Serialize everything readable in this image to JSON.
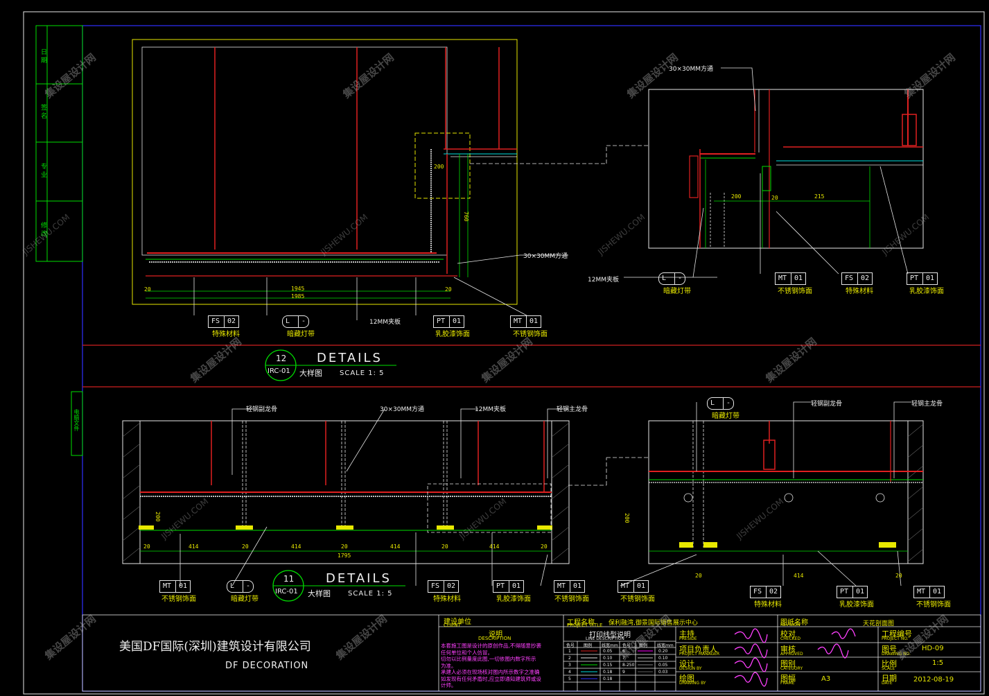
{
  "sidebar": {
    "labels": [
      "日 期",
      "签 名",
      "专 业",
      "修 改"
    ],
    "file_label": "电脑文件"
  },
  "detail_top": {
    "number": "12",
    "ref": "IRC-01",
    "title": "DETAILS",
    "subtitle": "大样图",
    "scale": "SCALE  1: 5",
    "dims": [
      "1945",
      "1985",
      "20",
      "20",
      "200",
      "760"
    ],
    "callouts": {
      "angle": "30×30MM方通",
      "plywood": "12MM夹板"
    },
    "tags": [
      {
        "code": "FS",
        "num": "02",
        "desc": "特殊材料"
      },
      {
        "code": "L",
        "num": "-",
        "desc": "暗藏灯带"
      },
      {
        "code": "PT",
        "num": "01",
        "desc": "乳胶漆饰面"
      },
      {
        "code": "MT",
        "num": "01",
        "desc": "不锈钢饰面"
      }
    ]
  },
  "detail_top_right": {
    "callout": "30×30MM方通",
    "plywood": "12MM夹板",
    "dims": [
      "200",
      "20",
      "215"
    ],
    "tags": [
      {
        "code": "L",
        "num": "-",
        "desc": "暗藏灯带"
      },
      {
        "code": "MT",
        "num": "01",
        "desc": "不锈钢饰面"
      },
      {
        "code": "FS",
        "num": "02",
        "desc": "特殊材料"
      },
      {
        "code": "PT",
        "num": "01",
        "desc": "乳胶漆饰面"
      }
    ]
  },
  "detail_bottom": {
    "number": "11",
    "ref": "IRC-01",
    "title": "DETAILS",
    "subtitle": "大样图",
    "scale": "SCALE  1: 5",
    "dims": [
      "200",
      "20",
      "414",
      "20",
      "414",
      "20",
      "414",
      "20",
      "414",
      "20",
      "1795"
    ],
    "callouts": {
      "keel": "轻钢副龙骨",
      "angle": "30×30MM方通",
      "plywood": "12MM夹板",
      "main": "轻钢主龙骨"
    },
    "tags": [
      {
        "code": "MT",
        "num": "01",
        "desc": "不锈钢饰面"
      },
      {
        "code": "L",
        "num": "-",
        "desc": "暗藏灯带"
      },
      {
        "code": "FS",
        "num": "02",
        "desc": "特殊材料"
      },
      {
        "code": "PT",
        "num": "01",
        "desc": "乳胶漆饰面"
      },
      {
        "code": "MT",
        "num": "01",
        "desc": "不锈钢饰面"
      }
    ]
  },
  "detail_bottom_right": {
    "keel": "轻钢副龙骨",
    "main": "轻钢主龙骨",
    "dims": [
      "200",
      "20",
      "414",
      "20"
    ],
    "tags": [
      {
        "code": "L",
        "num": "-",
        "desc": "暗藏灯带"
      },
      {
        "code": "MT",
        "num": "01",
        "desc": "不锈钢饰面"
      },
      {
        "code": "FS",
        "num": "02",
        "desc": "特殊材料"
      },
      {
        "code": "PT",
        "num": "01",
        "desc": "乳胶漆饰面"
      },
      {
        "code": "MT",
        "num": "01",
        "desc": "不锈钢饰面"
      }
    ]
  },
  "title_block": {
    "company_cn": "美国DF国际(深圳)建筑设计有限公司",
    "company_en": "DF    DECORATION",
    "client_label": "建设单位",
    "client_en": "CLIENT",
    "desc_label": "说明",
    "desc_en": "DESCRIPTION",
    "desc_lines": [
      "本套施工图是设计的原创作品,不得随意抄袭",
      "任何单位和个人仿冒。",
      "切勿以比例量度此图,一切依图内数字所示",
      "为准。",
      "承建人必须在现场核对图内所示数字之准确",
      "如发现有任何矛盾时,应立即通知建筑师或设",
      "计师。"
    ],
    "project_label": "工程名称",
    "project_en": "PROJECT TITLE",
    "project_name": "保利融湾,御景国际销售展示中心",
    "line_label": "打印线型说明",
    "line_en": "LINE DESCRIPTION",
    "line_headers": [
      "色号",
      "图例",
      "线宽mm",
      "色号",
      "图例",
      "线宽mm"
    ],
    "line_rows": [
      [
        "1",
        "0.05",
        "6",
        "0.20"
      ],
      [
        "2",
        "0.10",
        "7",
        "0.10"
      ],
      [
        "3",
        "0.15",
        "8-250",
        "0.05"
      ],
      [
        "4",
        "0.18",
        "9",
        "0.03"
      ],
      [
        "5",
        "0.18",
        "",
        ""
      ]
    ],
    "main_label": "主持",
    "main_en": "PRESIDE",
    "pm_label": "项目负责人",
    "pm_en": "PROJECT MANAGER",
    "design_label": "设计",
    "design_en": "DESIGN BY",
    "draw_label": "绘图",
    "draw_en": "DRAWING BY",
    "drawing_name_label": "图纸名称",
    "drawing_name_en": "REVISION",
    "drawing_name": "天花剖面图",
    "checked_label": "校对",
    "checked_en": "CHECKED",
    "approved_label": "审核",
    "approved_en": "APPROVED",
    "category_label": "图别",
    "category_en": "CATEGORY",
    "frame_label": "图幅",
    "frame_en": "FRAME",
    "frame_value": "A3",
    "proj_no_label": "工程编号",
    "proj_no_en": "PROJECT NO.",
    "drawing_no_label": "图号",
    "drawing_no_en": "DRAWING NO.",
    "drawing_no": "HD-09",
    "scale_label": "比例",
    "scale_en": "SCALE",
    "scale_value": "1:5",
    "date_label": "日期",
    "date_en": "DATE",
    "date_value": "2012-08-19"
  },
  "watermark": {
    "cn": "集设屋设计网",
    "en": "JISHEWU.COM"
  }
}
